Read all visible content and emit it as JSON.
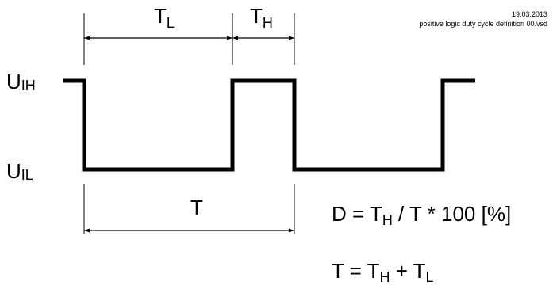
{
  "header": {
    "date": "19.03.2013",
    "filename": "positive logic duty cycle definition 00.vsd"
  },
  "levels": {
    "high": {
      "main": "U",
      "sub": "IH"
    },
    "low": {
      "main": "U",
      "sub": "IL"
    }
  },
  "dimensions": {
    "t_low": {
      "main": "T",
      "sub": "L"
    },
    "t_high": {
      "main": "T",
      "sub": "H"
    },
    "period": {
      "main": "T"
    }
  },
  "formulas": {
    "duty": {
      "lhs": "D = ",
      "t": "T",
      "t_sub": "H",
      "rest": " / T * 100 [%]"
    },
    "period": {
      "lhs": "T = ",
      "t1": "T",
      "t1_sub": "H",
      "plus": " + ",
      "t2": "T",
      "t2_sub": "L"
    }
  },
  "colors": {
    "signal": "#000000",
    "dimension": "#000000"
  }
}
